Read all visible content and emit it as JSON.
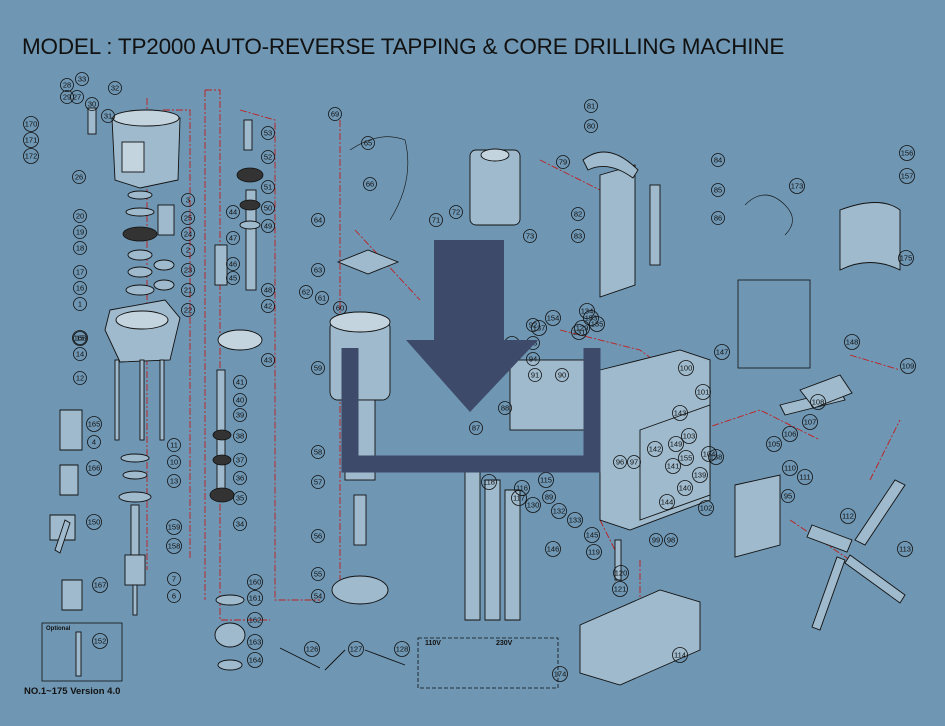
{
  "title": "MODEL : TP2000 AUTO-REVERSE TAPPING & CORE DRILLING MACHINE",
  "footer": "NO.1~175  Version 4.0",
  "optional_label": "Optional",
  "voltage_labels": {
    "v110": "110V",
    "v230": "230V"
  },
  "part_numbers": [
    "33",
    "28",
    "27",
    "26",
    "29",
    "32",
    "30",
    "31",
    "170",
    "171",
    "172",
    "20",
    "19",
    "18",
    "17",
    "16",
    "1",
    "15",
    "14",
    "12",
    "25",
    "24",
    "23",
    "22",
    "21",
    "168",
    "165",
    "4",
    "166",
    "150",
    "159",
    "158",
    "167",
    "152",
    "11",
    "10",
    "13",
    "7",
    "6",
    "2",
    "3",
    "44",
    "47",
    "53",
    "52",
    "51",
    "50",
    "49",
    "48",
    "46",
    "45",
    "43",
    "42",
    "41",
    "40",
    "39",
    "38",
    "37",
    "36",
    "35",
    "34",
    "160",
    "161",
    "162",
    "163",
    "164",
    "69",
    "65",
    "66",
    "71",
    "72",
    "73",
    "64",
    "63",
    "62",
    "61",
    "60",
    "59",
    "58",
    "57",
    "56",
    "55",
    "54",
    "126",
    "127",
    "128",
    "79",
    "80",
    "81",
    "82",
    "83",
    "84",
    "85",
    "86",
    "92",
    "93",
    "94",
    "91",
    "90",
    "88",
    "87",
    "89",
    "95",
    "96",
    "97",
    "98",
    "99",
    "100",
    "101",
    "102",
    "103",
    "104",
    "105",
    "106",
    "107",
    "108",
    "109",
    "110",
    "111",
    "112",
    "113",
    "114",
    "115",
    "116",
    "117",
    "118",
    "119",
    "120",
    "121",
    "129",
    "130",
    "131",
    "132",
    "133",
    "134",
    "135",
    "136",
    "137",
    "138",
    "139",
    "140",
    "141",
    "142",
    "143",
    "144",
    "145",
    "146",
    "147",
    "148",
    "149",
    "153",
    "154",
    "155",
    "156",
    "157",
    "173",
    "174",
    "175"
  ],
  "colors": {
    "background": "#6f96b2",
    "icon": "#3e4a6a",
    "linework": "#111111",
    "dashed_leader": "#c02020"
  },
  "icons": {
    "overlay": "download-icon"
  }
}
